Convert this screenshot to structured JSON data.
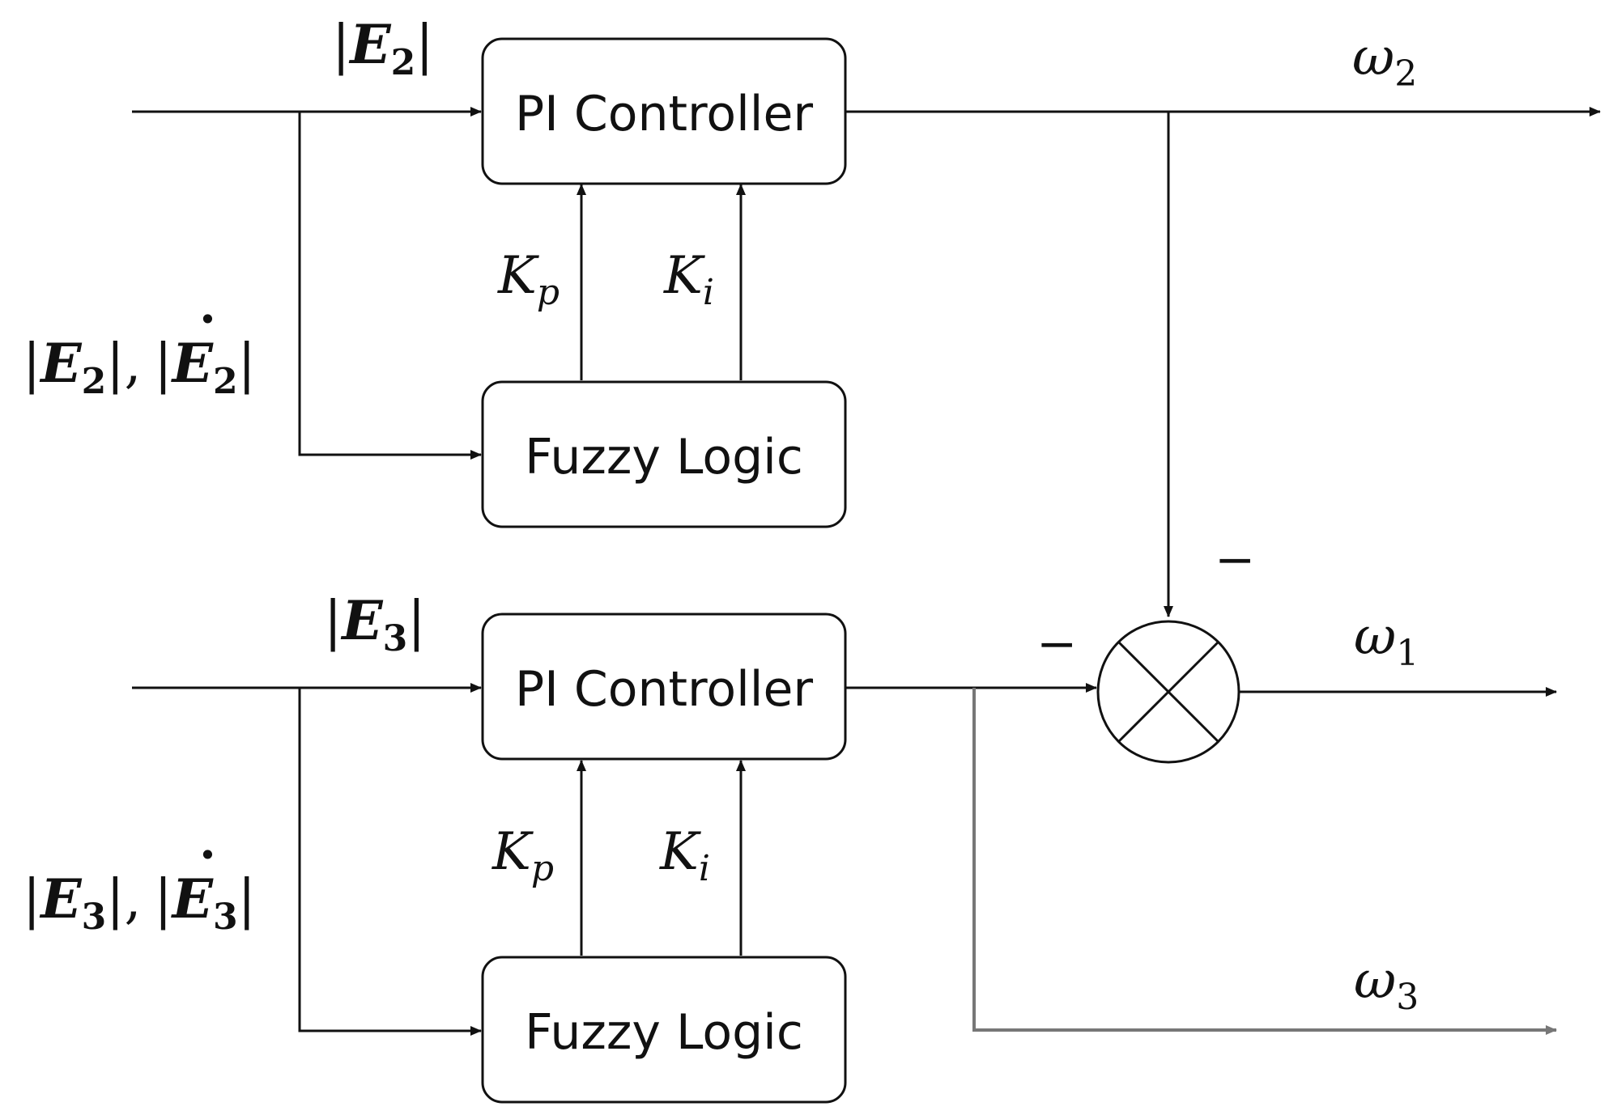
{
  "blocks": {
    "pi_top": "PI Controller",
    "fuzzy_top": "Fuzzy Logic",
    "pi_bottom": "PI Controller",
    "fuzzy_bottom": "Fuzzy Logic"
  },
  "labels": {
    "E_letter": "E",
    "K_letter": "K",
    "p_sub": "p",
    "i_sub": "i",
    "sub_2": "2",
    "sub_3": "3",
    "comma": ",",
    "bar": "|",
    "dot": "·",
    "omega": "ω",
    "sub_1": "1",
    "minus": "−"
  }
}
